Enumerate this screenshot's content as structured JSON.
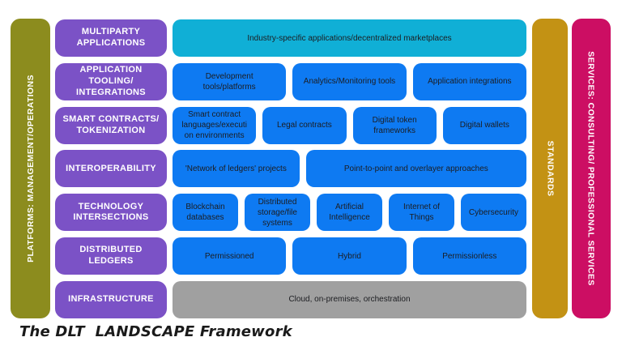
{
  "caption": "The DLT  LANDSCAPE Framework",
  "colors": {
    "olive_bar": "#8c8c1e",
    "gold_bar": "#c39214",
    "pink_bar": "#cc0e63",
    "purple_label": "#7b52c6",
    "blue_box": "#0e7af2",
    "cyan_box": "#10afd6",
    "gray_box": "#a0a0a0",
    "bar_text": "#ffffff",
    "box_text": "#1c1d21"
  },
  "left_bar": {
    "label": "PLATFORMS: MANAGEMENT/OPERATIONS"
  },
  "right_bars": {
    "standards": {
      "label": "STANDARDS"
    },
    "services": {
      "label": "SERVICES: CONSULTING/ PROFESSIONAL SERVICES"
    }
  },
  "rows": [
    {
      "label": "MULTIPARTY\nAPPLICATIONS",
      "boxes": [
        {
          "text": "Industry-specific applications/decentralized marketplaces"
        }
      ]
    },
    {
      "label": "APPLICATION\nTOOLING/\nINTEGRATIONS",
      "boxes": [
        {
          "text": "Development\ntools/platforms"
        },
        {
          "text": "Analytics/Monitoring tools"
        },
        {
          "text": "Application integrations"
        }
      ]
    },
    {
      "label": "SMART CONTRACTS/\nTOKENIZATION",
      "boxes": [
        {
          "text": "Smart contract\nlanguages/executi\non environments"
        },
        {
          "text": "Legal contracts"
        },
        {
          "text": "Digital token\nframeworks"
        },
        {
          "text": "Digital wallets"
        }
      ]
    },
    {
      "label": "INTEROPERABILITY",
      "boxes": [
        {
          "text": "'Network of ledgers' projects"
        },
        {
          "text": "Point-to-point and overlayer approaches"
        }
      ]
    },
    {
      "label": "TECHNOLOGY\nINTERSECTIONS",
      "boxes": [
        {
          "text": "Blockchain\ndatabases"
        },
        {
          "text": "Distributed\nstorage/file\nsystems"
        },
        {
          "text": "Artificial\nIntelligence"
        },
        {
          "text": "Internet of\nThings"
        },
        {
          "text": "Cybersecurity"
        }
      ]
    },
    {
      "label": "DISTRIBUTED\nLEDGERS",
      "boxes": [
        {
          "text": "Permissioned"
        },
        {
          "text": "Hybrid"
        },
        {
          "text": "Permissionless"
        }
      ]
    },
    {
      "label": "INFRASTRUCTURE",
      "boxes": [
        {
          "text": "Cloud, on-premises, orchestration"
        }
      ]
    }
  ]
}
